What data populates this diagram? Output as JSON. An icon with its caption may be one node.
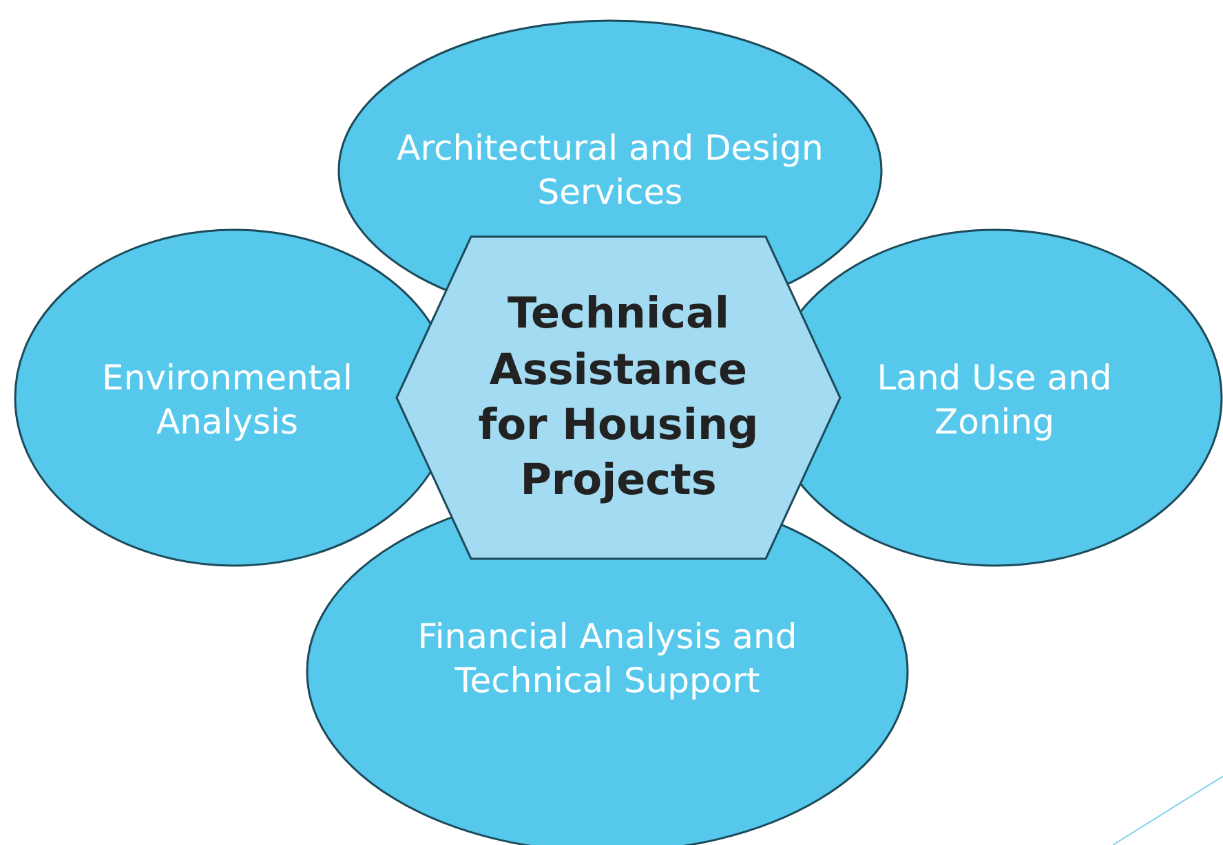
{
  "diagram": {
    "nodes": [
      {
        "text": [
          "Environmental Analysis"
        ]
      },
      {
        "text": [
          "Land Use and Zoning"
        ]
      },
      {
        "text": [
          "Architectural and Design Services"
        ]
      },
      {
        "text": [
          "Financial Analysis and Technical Support"
        ]
      },
      {
        "text": [
          "Technical Assistance for Housing Projects"
        ]
      }
    ]
  }
}
